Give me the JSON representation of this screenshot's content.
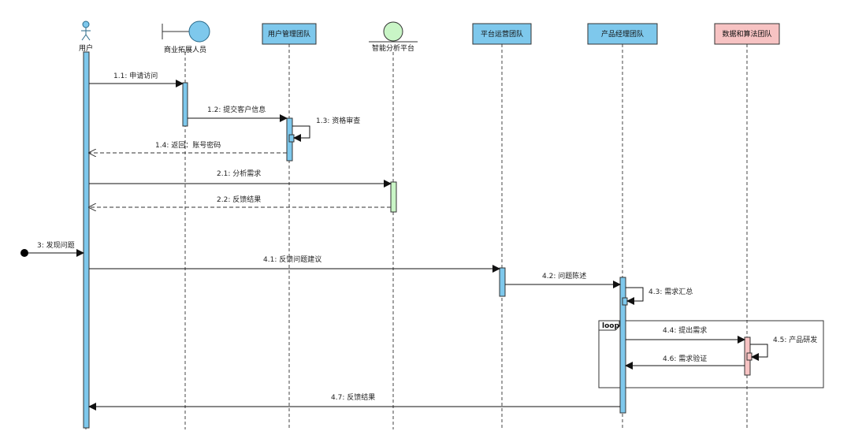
{
  "colors": {
    "blue": "#7EC8EC",
    "green": "#C9F5C6",
    "pink": "#F7C3C3",
    "line": "#333333"
  },
  "participants": [
    {
      "id": "user",
      "label": "用户",
      "kind": "actor"
    },
    {
      "id": "biz",
      "label": "商业拓展人员",
      "kind": "boundary"
    },
    {
      "id": "umt",
      "label": "用户管理团队",
      "kind": "box"
    },
    {
      "id": "platform",
      "label": "智能分析平台",
      "kind": "entity"
    },
    {
      "id": "ops",
      "label": "平台运营团队",
      "kind": "box"
    },
    {
      "id": "pm",
      "label": "产品经理团队",
      "kind": "box"
    },
    {
      "id": "data",
      "label": "数据和算法团队",
      "kind": "box_pink"
    }
  ],
  "messages": [
    {
      "label": "1.1: 申请访问",
      "from": "user",
      "to": "biz",
      "type": "sync"
    },
    {
      "label": "1.2: 提交客户信息",
      "from": "biz",
      "to": "umt",
      "type": "sync"
    },
    {
      "label": "1.3: 资格审查",
      "from": "umt",
      "to": "umt",
      "type": "self"
    },
    {
      "label": "1.4: 返回：账号密码",
      "from": "umt",
      "to": "user",
      "type": "return"
    },
    {
      "label": "2.1: 分析需求",
      "from": "user",
      "to": "platform",
      "type": "sync"
    },
    {
      "label": "2.2: 反馈结果",
      "from": "platform",
      "to": "user",
      "type": "return"
    },
    {
      "label": "3: 发现问题",
      "from": "start",
      "to": "user",
      "type": "found"
    },
    {
      "label": "4.1: 反馈问题建议",
      "from": "user",
      "to": "ops",
      "type": "sync"
    },
    {
      "label": "4.2: 问题陈述",
      "from": "ops",
      "to": "pm",
      "type": "sync"
    },
    {
      "label": "4.3: 需求汇总",
      "from": "pm",
      "to": "pm",
      "type": "self"
    },
    {
      "label": "4.4: 提出需求",
      "from": "pm",
      "to": "data",
      "type": "sync"
    },
    {
      "label": "4.5: 产品研发",
      "from": "data",
      "to": "data",
      "type": "self"
    },
    {
      "label": "4.6: 需求验证",
      "from": "data",
      "to": "pm",
      "type": "sync"
    },
    {
      "label": "4.7: 反馈结果",
      "from": "pm",
      "to": "user",
      "type": "sync"
    }
  ],
  "loop": {
    "label": "loop"
  }
}
